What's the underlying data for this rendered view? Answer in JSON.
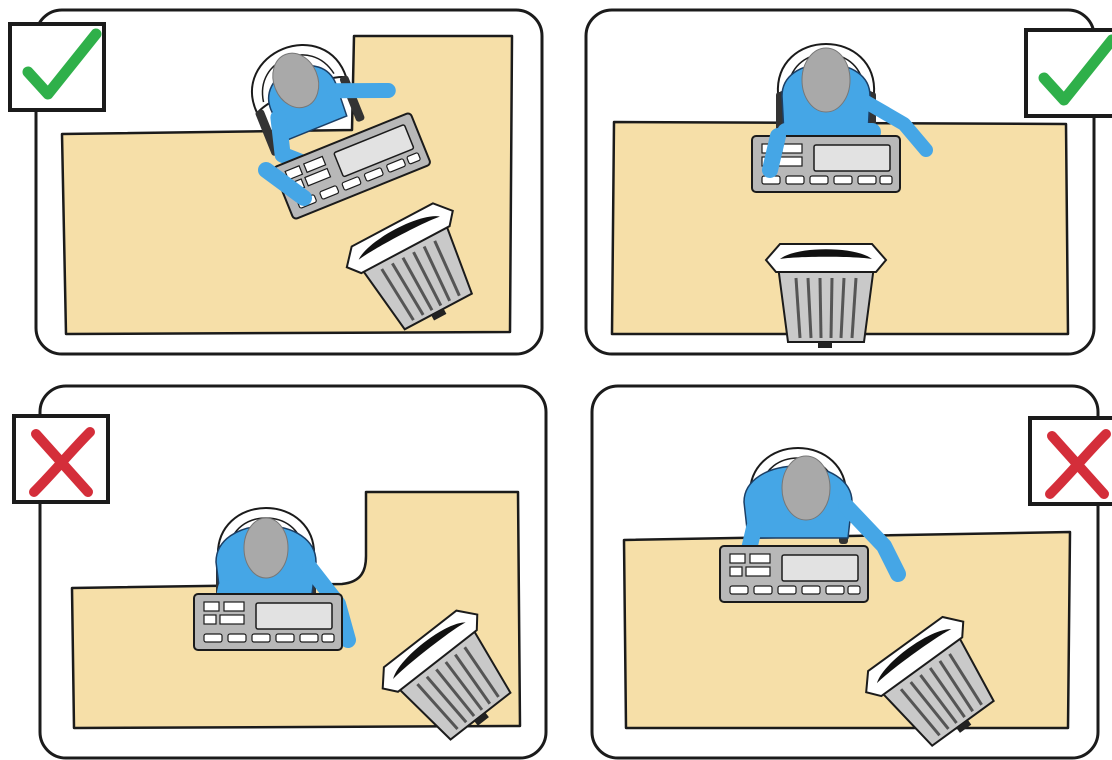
{
  "panels": [
    {
      "name": "panel-top-left",
      "verdict": "correct",
      "desk_shape": "l-shaped"
    },
    {
      "name": "panel-top-right",
      "verdict": "correct",
      "desk_shape": "rectangular"
    },
    {
      "name": "panel-bottom-left",
      "verdict": "incorrect",
      "desk_shape": "l-shaped"
    },
    {
      "name": "panel-bottom-right",
      "verdict": "incorrect",
      "desk_shape": "rectangular"
    }
  ],
  "icons": {
    "correct": "check-mark-icon",
    "incorrect": "cross-mark-icon"
  },
  "colors": {
    "desk": "#f6dfa8",
    "worker": "#45a6e6",
    "check": "#2fb04a",
    "cross": "#d42e3a",
    "terminal": "#b8b8b8"
  }
}
